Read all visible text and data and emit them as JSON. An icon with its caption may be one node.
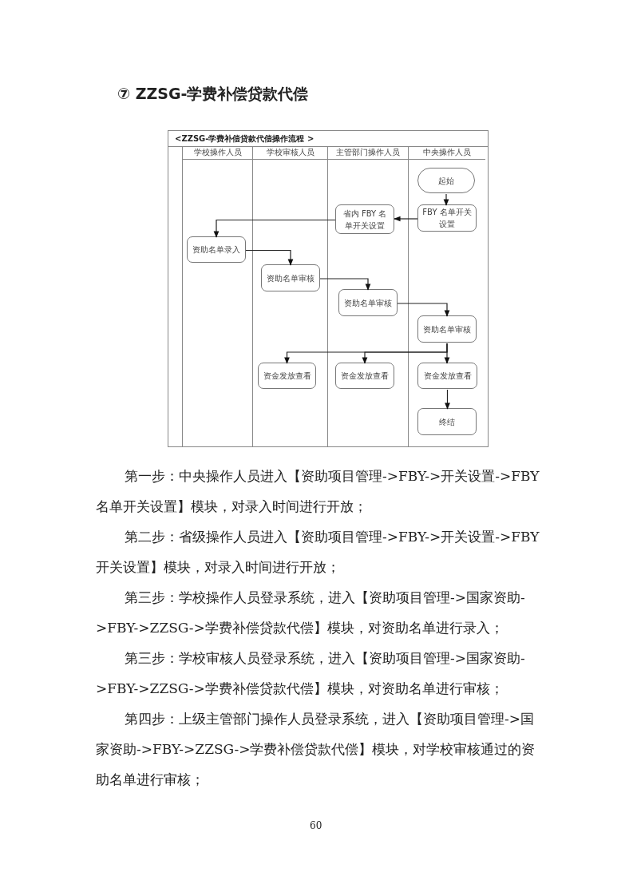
{
  "diagram": {
    "title": "⑦ ZZSG-学费补偿贷款代偿",
    "nodes": [
      {
        "text": [
          "<ZZSG-学费补偿贷款代偿操作流程 >"
        ]
      },
      {
        "text": [
          "学校操作人员"
        ],
        "in": 0
      },
      {
        "text": [
          "学校审核人员"
        ],
        "in": 0
      },
      {
        "text": [
          "主管部门操作人员"
        ],
        "in": 0
      },
      {
        "text": [
          "中央操作人员"
        ],
        "in": 0
      },
      {
        "text": [
          "起始"
        ],
        "in": 4
      },
      {
        "text": [
          "FBY 名单开关设置"
        ],
        "in": 4
      },
      {
        "text": [
          "省内 FBY 名单开关设置"
        ],
        "in": 3
      },
      {
        "text": [
          "资助名单录入"
        ],
        "in": 1
      },
      {
        "text": [
          "资助名单审核"
        ],
        "in": 2
      },
      {
        "text": [
          "资助名单审核"
        ],
        "in": 3
      },
      {
        "text": [
          "资助名单审核"
        ],
        "in": 4
      },
      {
        "text": [
          "资金发放查看"
        ],
        "in": 2
      },
      {
        "text": [
          "资金发放查看"
        ],
        "in": 3
      },
      {
        "text": [
          "资金发放查看"
        ],
        "in": 4
      },
      {
        "text": [
          "终结"
        ],
        "in": 4
      }
    ],
    "edges": [
      {
        "from": 5,
        "to": 6,
        "arrow": "to"
      },
      {
        "from": 6,
        "to": 7,
        "arrow": "to"
      },
      {
        "from": 7,
        "to": 8,
        "arrow": "to"
      },
      {
        "from": 8,
        "to": 9,
        "arrow": "to"
      },
      {
        "from": 9,
        "to": 10,
        "arrow": "to"
      },
      {
        "from": 10,
        "to": 11,
        "arrow": "to"
      },
      {
        "from": 11,
        "to": 12,
        "arrow": "to"
      },
      {
        "from": 11,
        "to": 13,
        "arrow": "to"
      },
      {
        "from": 11,
        "to": 14,
        "arrow": "to"
      },
      {
        "from": 14,
        "to": 15,
        "arrow": "to"
      }
    ],
    "labels": [
      "第一步：中央操作人员进入【资助项目管理->FBY->开关设置->FBY 名单开关设置】模块，对录入时间进行开放；",
      "第二步：省级操作人员进入【资助项目管理->FBY->开关设置->FBY 开关设置】模块，对录入时间进行开放；",
      "第三步：学校操作人员登录系统，进入【资助项目管理->国家资助->FBY->ZZSG->学费补偿贷款代偿】模块，对资助名单进行录入；",
      "第三步：学校审核人员登录系统，进入【资助项目管理->国家资助->FBY->ZZSG->学费补偿贷款代偿】模块，对资助名单进行审核；",
      "第四步：上级主管部门操作人员登录系统，进入【资助项目管理->国家资助->FBY->ZZSG->学费补偿贷款代偿】模块，对学校审核通过的资助名单进行审核；",
      "60"
    ]
  }
}
